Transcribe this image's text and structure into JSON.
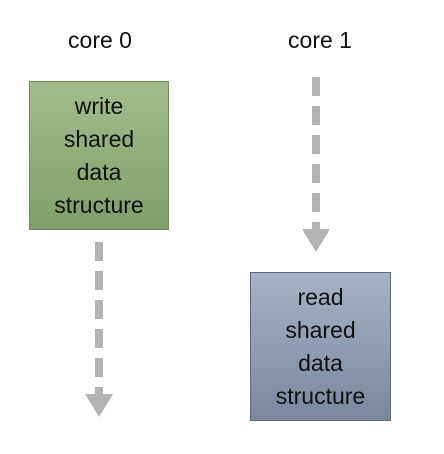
{
  "columns": [
    {
      "label": "core 0",
      "box_lines": [
        "write",
        "shared",
        "data",
        "structure"
      ]
    },
    {
      "label": "core 1",
      "box_lines": [
        "read",
        "shared",
        "data",
        "structure"
      ]
    }
  ],
  "colors": {
    "write_box_top": "#a3bc8e",
    "write_box_bottom": "#7f9e69",
    "read_box_top": "#a7b2c4",
    "read_box_bottom": "#7a879c",
    "arrow": "#b3b3b3"
  }
}
